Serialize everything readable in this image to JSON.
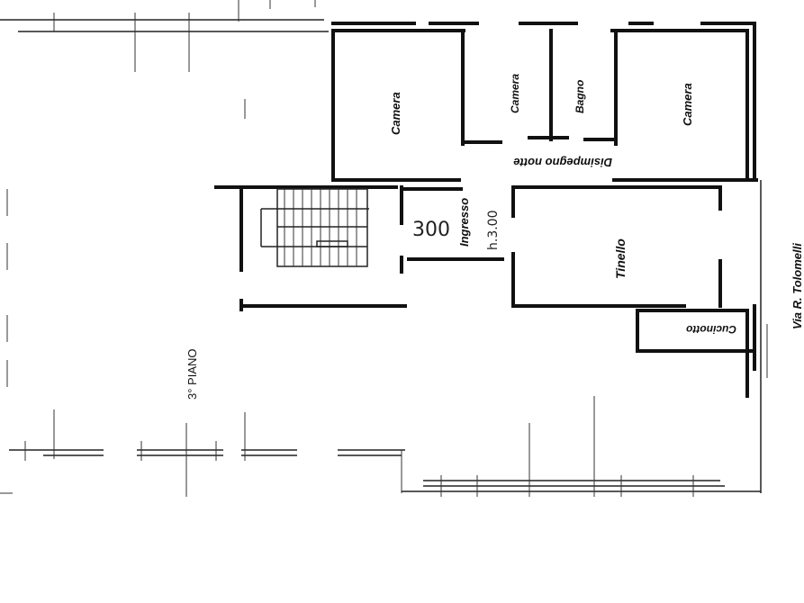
{
  "floor_plan": {
    "rooms": {
      "camera_1": "Camera",
      "camera_2": "Camera",
      "bagno": "Bagno",
      "camera_3": "Camera",
      "disimpegno": "Disimpegno notte",
      "ingresso": "Ingresso",
      "tinello": "Tinello",
      "cucinotto": "Cucinotto"
    },
    "annotations": {
      "handwritten_number": "300",
      "handwritten_height": "h.3.00"
    },
    "floor_label": "3° PIANO",
    "street_label": "Via R. Tolomelli"
  }
}
